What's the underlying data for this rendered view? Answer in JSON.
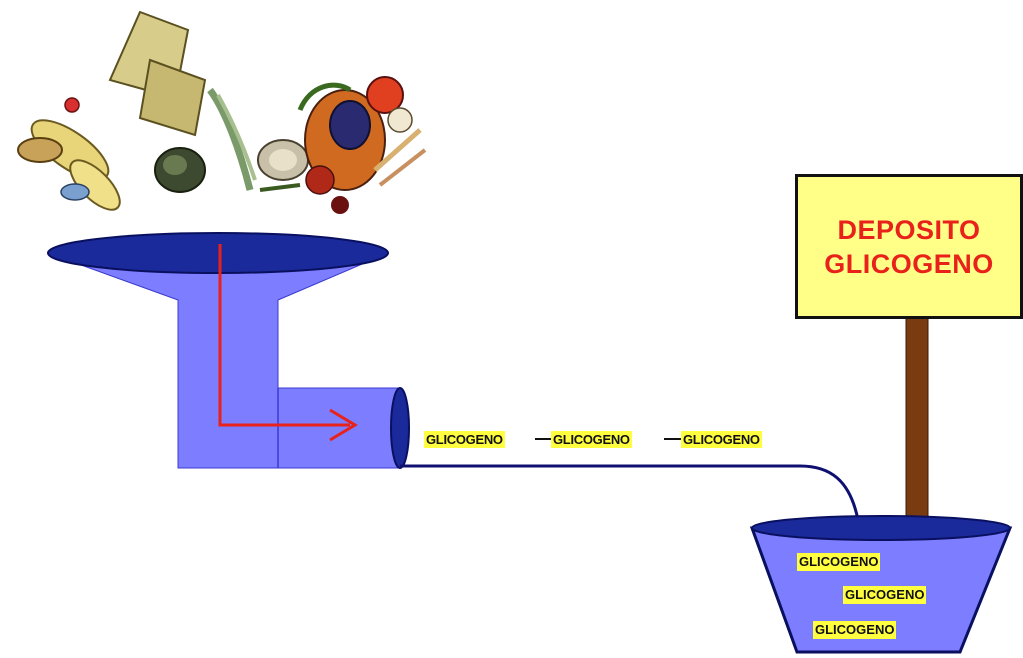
{
  "sign": {
    "line1": "DEPOSITO",
    "line2": "GLICOGENO"
  },
  "chain_labels": [
    "GLICOGENO",
    "GLICOGENO",
    "GLICOGENO"
  ],
  "pot_labels": [
    "GLICOGENO",
    "GLICOGENO",
    "GLICOGENO"
  ],
  "colors": {
    "funnel_fill": "#7d7dff",
    "funnel_rim": "#1a2a9a",
    "arrow": "#e8221b",
    "pipe": "#101070",
    "label_bg": "#ffff40",
    "sign_bg": "#ffff88",
    "sign_text": "#e8221b",
    "pole": "#7a3b10"
  },
  "icons": [
    "food-bread-icon",
    "food-crackers-icon",
    "food-vegetables-icon",
    "food-fruit-icon"
  ]
}
